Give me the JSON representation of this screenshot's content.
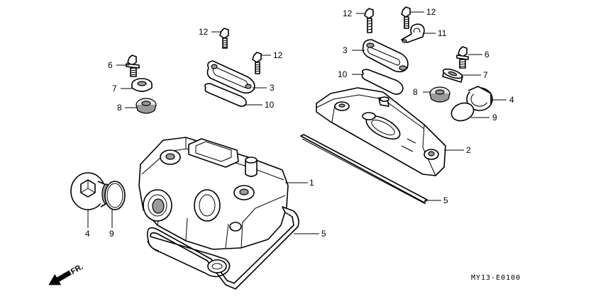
{
  "drawing_code": "MY13-E0100",
  "direction_label": "FR.",
  "callouts": [
    {
      "id": "c1",
      "text": "1"
    },
    {
      "id": "c2",
      "text": "2"
    },
    {
      "id": "c3a",
      "text": "3"
    },
    {
      "id": "c3b",
      "text": "3"
    },
    {
      "id": "c4a",
      "text": "4"
    },
    {
      "id": "c4b",
      "text": "4"
    },
    {
      "id": "c5a",
      "text": "5"
    },
    {
      "id": "c5b",
      "text": "5"
    },
    {
      "id": "c6a",
      "text": "6"
    },
    {
      "id": "c6b",
      "text": "6"
    },
    {
      "id": "c7a",
      "text": "7"
    },
    {
      "id": "c7b",
      "text": "7"
    },
    {
      "id": "c8a",
      "text": "8"
    },
    {
      "id": "c8b",
      "text": "8"
    },
    {
      "id": "c9a",
      "text": "9"
    },
    {
      "id": "c9b",
      "text": "9"
    },
    {
      "id": "c10a",
      "text": "10"
    },
    {
      "id": "c10b",
      "text": "10"
    },
    {
      "id": "c11",
      "text": "11"
    },
    {
      "id": "c12a",
      "text": "12"
    },
    {
      "id": "c12b",
      "text": "12"
    },
    {
      "id": "c12c",
      "text": "12"
    },
    {
      "id": "c12d",
      "text": "12"
    }
  ]
}
